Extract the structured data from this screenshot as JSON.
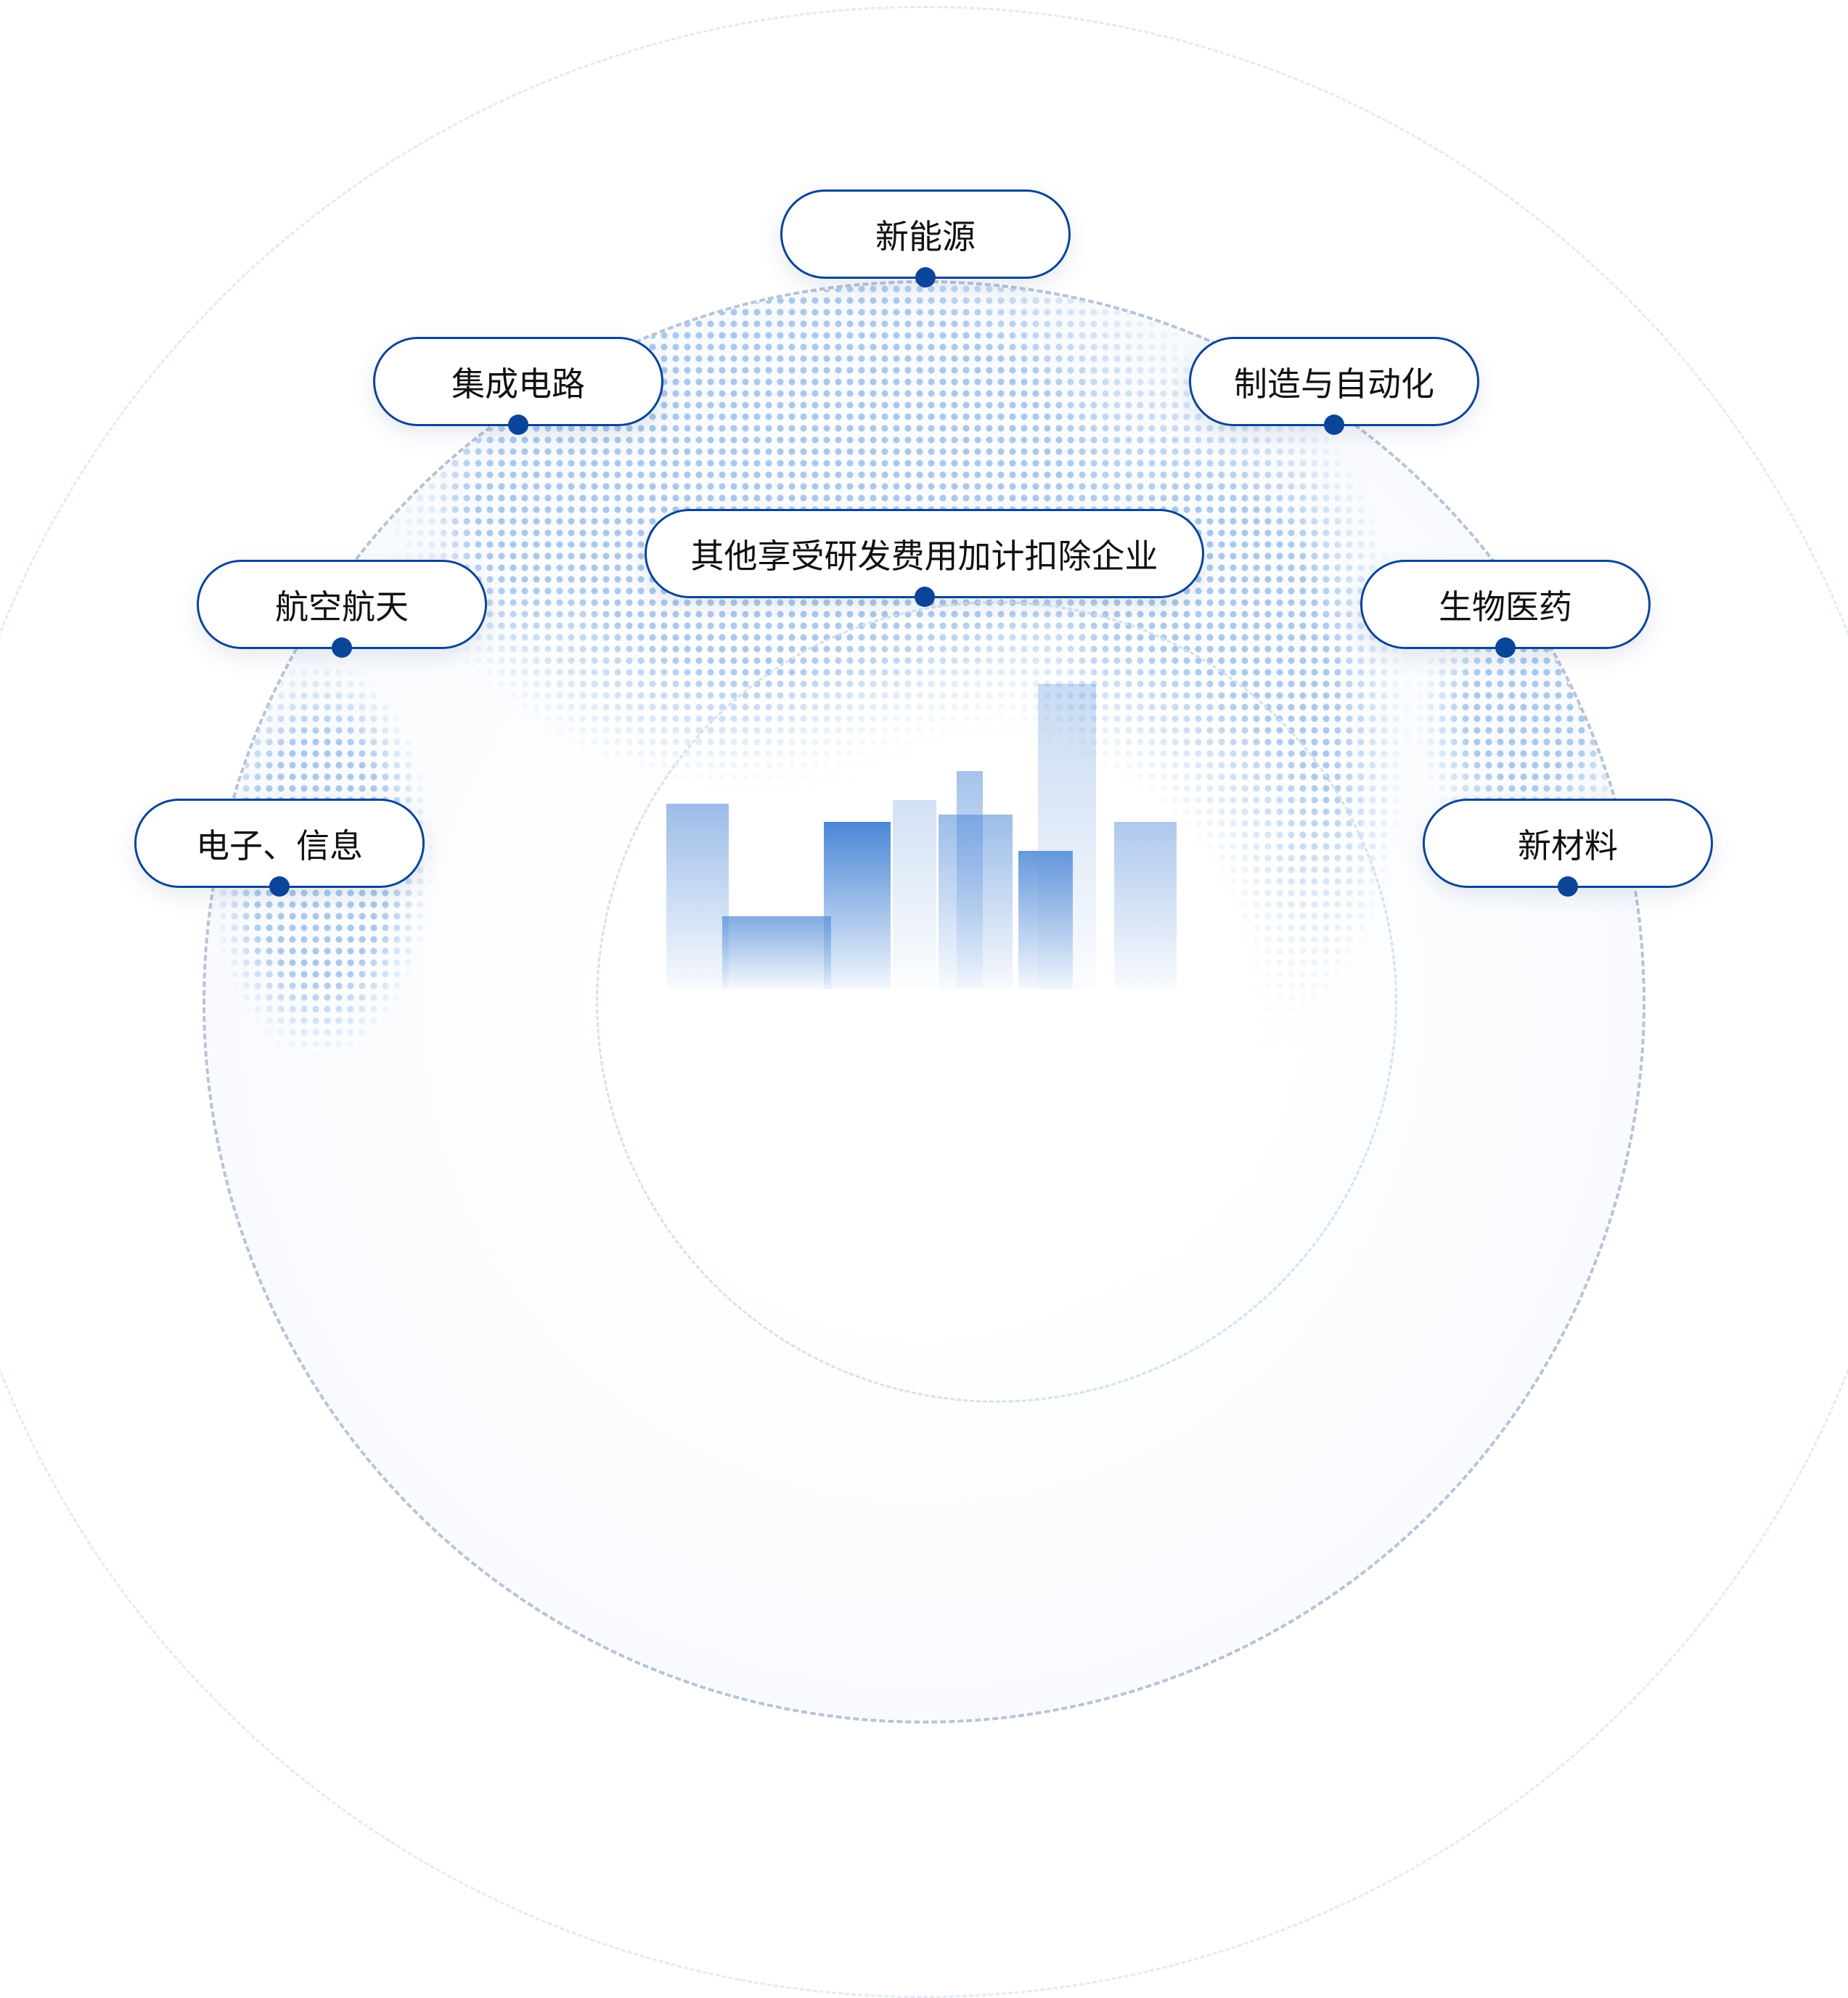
{
  "center_label": "其他享受研发费用加计扣除企业",
  "industries": [
    "新能源",
    "集成电路",
    "制造与自动化",
    "航空航天",
    "生物医药",
    "电子、信息",
    "新材料"
  ],
  "colors": {
    "accent": "#0a4599",
    "map_dots": "#9cc0ea",
    "building": "#4a86d6"
  }
}
